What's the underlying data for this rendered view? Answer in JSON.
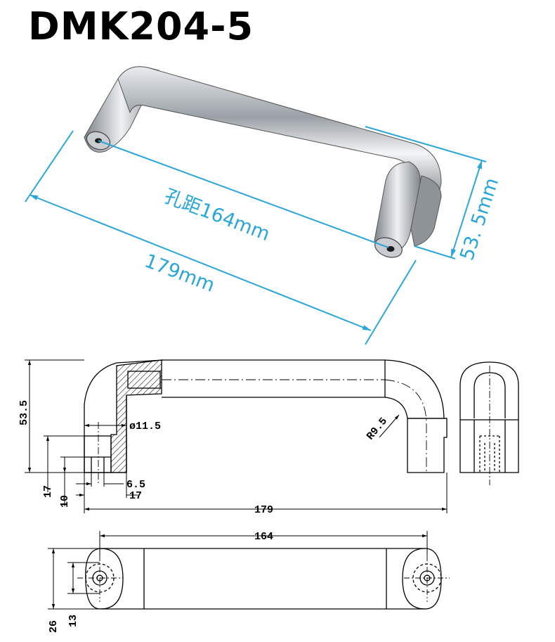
{
  "title": "DMK204-5",
  "photo": {
    "hole_spacing_label": "孔距164mm",
    "length_label": "179mm",
    "height_label": "53. 5mm",
    "dim_color": "#2aa6da"
  },
  "side_view": {
    "height": "53.5",
    "bore_dia": "ø11.5",
    "radius": "R9.5",
    "dim_17_left": "17",
    "dim_10": "10",
    "dim_6_5": "6.5",
    "dim_17_bottom": "17",
    "length": "179"
  },
  "plan_view": {
    "hole_spacing": "164",
    "width": "26",
    "hole_width": "13"
  }
}
